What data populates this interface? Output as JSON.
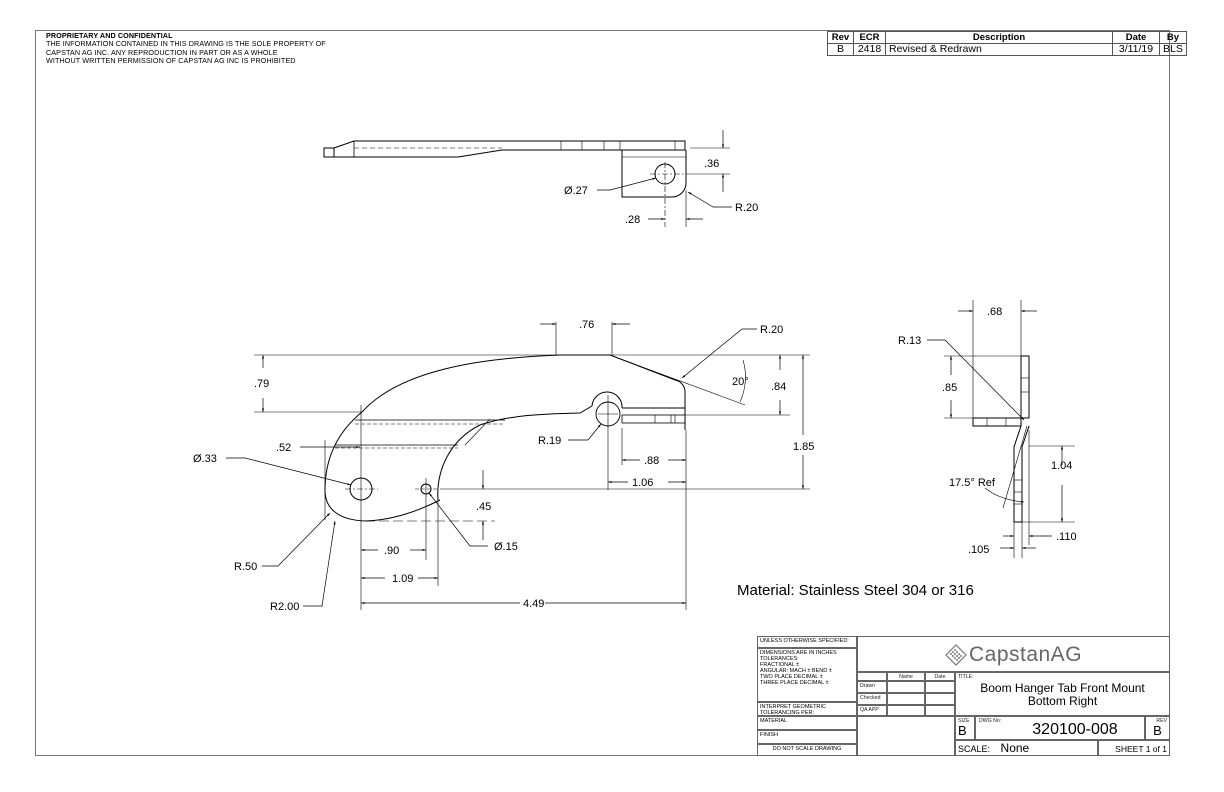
{
  "notice": {
    "heading": "PROPRIETARY AND CONFIDENTIAL",
    "lines": [
      "THE INFORMATION CONTAINED IN THIS DRAWING IS THE SOLE PROPERTY OF",
      "CAPSTAN AG INC. ANY REPRODUCTION IN PART OR AS A WHOLE",
      "WITHOUT WRITTEN PERMISSION OF CAPSTAN AG INC IS PROHIBITED"
    ]
  },
  "revision_table": {
    "headers": {
      "rev": "Rev",
      "ecr": "ECR",
      "description": "Description",
      "date": "Date",
      "by": "By"
    },
    "rows": [
      {
        "rev": "B",
        "ecr": "2418",
        "description": "Revised & Redrawn",
        "date": "3/11/19",
        "by": "BLS"
      }
    ]
  },
  "top_view": {
    "dims": {
      "hole_dia": "Ø.27",
      "height": ".36",
      "radius": "R.20",
      "offset": ".28"
    }
  },
  "front_view": {
    "dims": {
      "top_offset": ".76",
      "corner_radius": "R.20",
      "angle": "20°",
      "height_upper": ".79",
      "height_right": ".84",
      "overall_height": "1.85",
      "slot_offset": ".52",
      "large_hole_dia": "Ø.33",
      "pivot_radius": "R.19",
      "tab_length": ".88",
      "pivot_to_edge": "1.06",
      "small_hole_drop": ".45",
      "small_hole_dia": "Ø.15",
      "small_hole_x": ".90",
      "curve_x": "1.09",
      "overall_length": "4.49",
      "nose_radius": "R.50",
      "bottom_radius": "R2.00"
    }
  },
  "side_view": {
    "dims": {
      "width": ".68",
      "bend_radius": "R.13",
      "upper_height": ".85",
      "lower_height": "1.04",
      "bend_angle": "17.5° Ref",
      "thickness_a": ".105",
      "thickness_b": ".110"
    }
  },
  "material_note": "Material: Stainless Steel 304 or 316",
  "title_block": {
    "unless": "UNLESS OTHERWISE SPECIFIED:",
    "tolerances": [
      "DIMENSIONS ARE IN INCHES",
      "TOLERANCES:",
      "FRACTIONAL ±",
      "ANGULAR: MACH ±   BEND ±",
      "TWO PLACE DECIMAL   ±",
      "THREE PLACE DECIMAL  ±"
    ],
    "interpret": [
      "INTERPRET GEOMETRIC",
      "TOLERANCING PER:"
    ],
    "material_label": "MATERIAL",
    "finish_label": "FINISH",
    "do_not_scale": "DO NOT SCALE DRAWING",
    "approvals": {
      "name_header": "Name",
      "date_header": "Date",
      "rows": [
        "Drawn",
        "Checked",
        "QA APP"
      ]
    },
    "company": "CapstanAG",
    "title_label": "TITLE:",
    "title_line1": "Boom Hanger Tab Front Mount",
    "title_line2": "Bottom Right",
    "size_label": "SIZE",
    "size": "B",
    "dwg_label": "DWG No:",
    "dwg_no": "320100-008",
    "rev_label": "REV",
    "rev": "B",
    "scale_label": "SCALE:",
    "scale": "None",
    "sheet": "SHEET 1 of 1"
  }
}
